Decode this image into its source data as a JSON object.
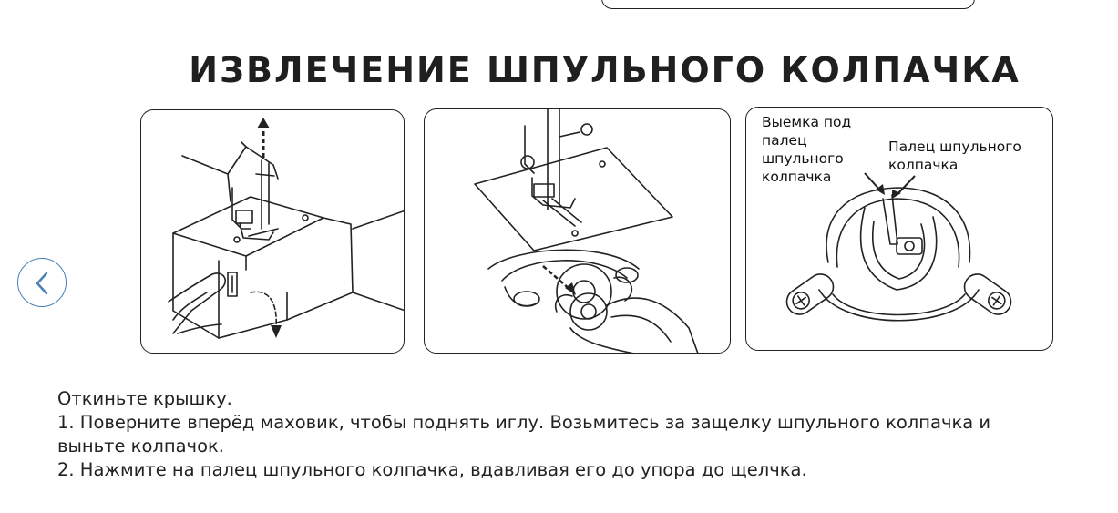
{
  "page": {
    "title": "ИЗВЛЕЧЕНИЕ ШПУЛЬНОГО КОЛПАЧКА"
  },
  "nav": {
    "prev_icon": "chevron-left-icon",
    "accent_color": "#4a7fb5"
  },
  "figures": {
    "callout_notch": "Выемка под\nпалец\nшпульного\nколпачка",
    "callout_finger": "Палец шпульного\nколпачка"
  },
  "instructions": {
    "line_0": "Откиньте крышку.",
    "line_1": "1. Поверните вперёд маховик, чтобы поднять иглу. Возьмитесь за защелку шпульного колпачка и выньте колпачок.",
    "line_2": "2. Нажмите на палец шпульного колпачка, вдавливая его до упора до щелчка."
  }
}
